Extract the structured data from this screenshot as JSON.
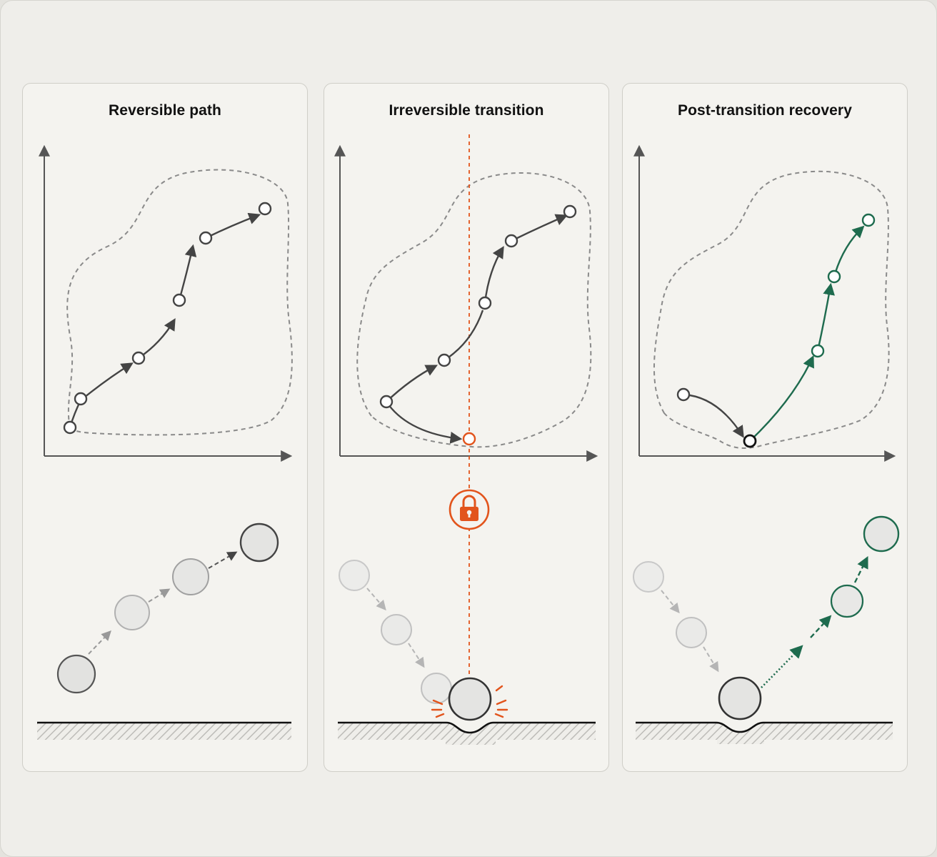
{
  "panels": [
    {
      "id": "reversible",
      "title": "Reversible path"
    },
    {
      "id": "irreversible",
      "title": "Irreversible transition"
    },
    {
      "id": "recovery",
      "title": "Post-transition recovery"
    }
  ],
  "colors": {
    "background": "#efeeea",
    "panel": "#f4f3ef",
    "axis": "#555555",
    "path": "#444444",
    "boundary": "#8a8a8a",
    "irreversible_accent": "#e2541c",
    "recovery_accent": "#1e6b4e",
    "ball_fill": "#e6e6e4"
  },
  "icons": {
    "lock": "lock-icon",
    "impact": "impact-burst-icon"
  }
}
